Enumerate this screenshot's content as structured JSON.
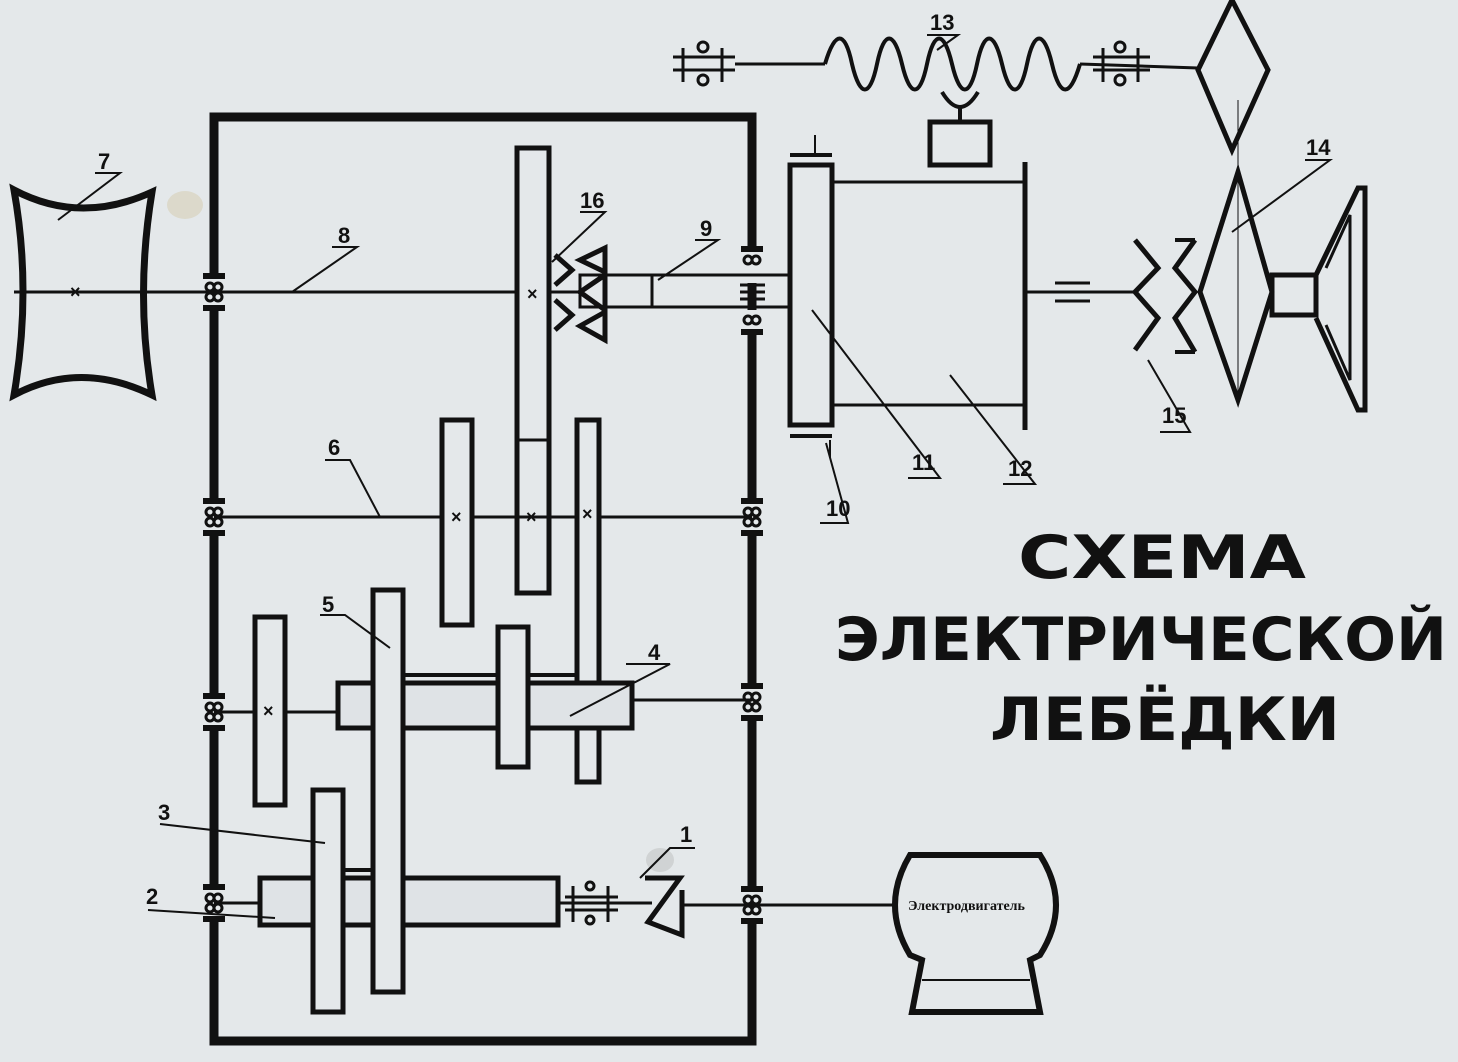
{
  "title": {
    "line1": "СХЕМА",
    "line2": "ЭЛЕКТРИЧЕСКОЙ",
    "line3": "ЛЕБЁДКИ"
  },
  "motor_label": "Электродвигатель",
  "callouts": [
    "1",
    "2",
    "3",
    "4",
    "5",
    "6",
    "7",
    "8",
    "9",
    "10",
    "11",
    "12",
    "13",
    "14",
    "15",
    "16"
  ],
  "colors": {
    "background": "#e4e8ea",
    "ink": "#111111"
  }
}
